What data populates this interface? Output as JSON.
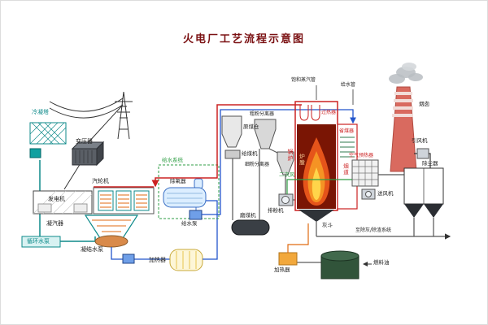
{
  "title": "火电厂工艺流程示意图",
  "labels": {
    "cooling_tower": "冷凝塔",
    "transformer": "变压器",
    "generator": "发电机",
    "turbine": "汽轮机",
    "condenser": "凝汽器",
    "circulating_pump": "循环水泵",
    "condensate_pump": "凝结水泵",
    "lp_heater": "加热器",
    "water_system": "给水系统",
    "deaerator": "除氧器",
    "feed_pump": "给水泵",
    "coal_bunker": "原煤仓",
    "coal_feeder": "给煤机",
    "coarse_separator": "粗粉分离器",
    "fine_separator": "细粉分离器",
    "exhaust_fan": "排粉机",
    "coal_mill": "磨煤机",
    "secondary_air": "二次风",
    "saturated_steam_pipe": "饱和蒸汽管",
    "feedwater_pipe": "给水管",
    "superheater": "过热器",
    "boiler": "锅炉",
    "furnace": "炉膛",
    "economizer": "省煤器",
    "flue": "烟道",
    "air_preheater": "空气预热器",
    "chimney": "烟囱",
    "induced_draft_fan": "引风机",
    "dust_collector": "除尘器",
    "forced_draft_fan": "送风机",
    "ash_hopper": "灰斗",
    "ash_removal_system": "至除灰/除渣系统",
    "fuel_heater": "加热器",
    "fuel_oil": "燃料油"
  },
  "colors": {
    "title_text": "#7b1113",
    "steam_line": "#cc2222",
    "feedwater_line": "#2255cc",
    "circulating_water": "#0e8a8a",
    "air_line": "#2f9e44",
    "oil_line": "#e06a10",
    "flame_outer": "#e5541a",
    "flame_inner": "#ffd54a",
    "chimney_body": "#d96a5f"
  }
}
